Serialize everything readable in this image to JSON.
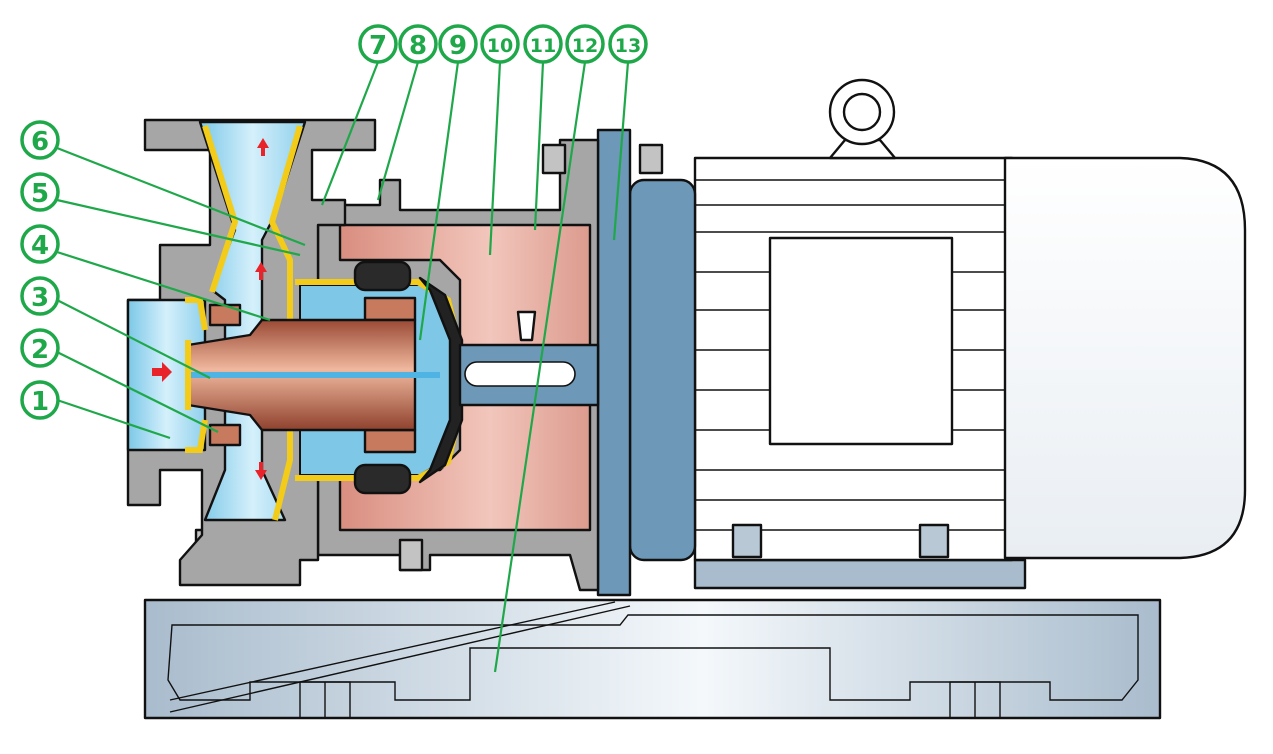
{
  "diagram": {
    "callouts": [
      "1",
      "2",
      "3",
      "4",
      "5",
      "6",
      "7",
      "8",
      "9",
      "10",
      "11",
      "12",
      "13"
    ]
  },
  "colors": {
    "callout_green": "#1fa84a",
    "casing_gray": "#a6a6a6",
    "fluid_blue": "#a8dcef",
    "liner_yellow": "#f2cc18",
    "magnet_copper": "#c87a5e",
    "bracket_pink": "#e6a79a",
    "motor_blue": "#6d98b8",
    "motor_white": "#ffffff",
    "base_gray_blue": "#a9bccd",
    "flow_arrow_red": "#e8232a"
  },
  "icons": [
    "flow-arrow-icon",
    "lifting-eye-icon"
  ]
}
